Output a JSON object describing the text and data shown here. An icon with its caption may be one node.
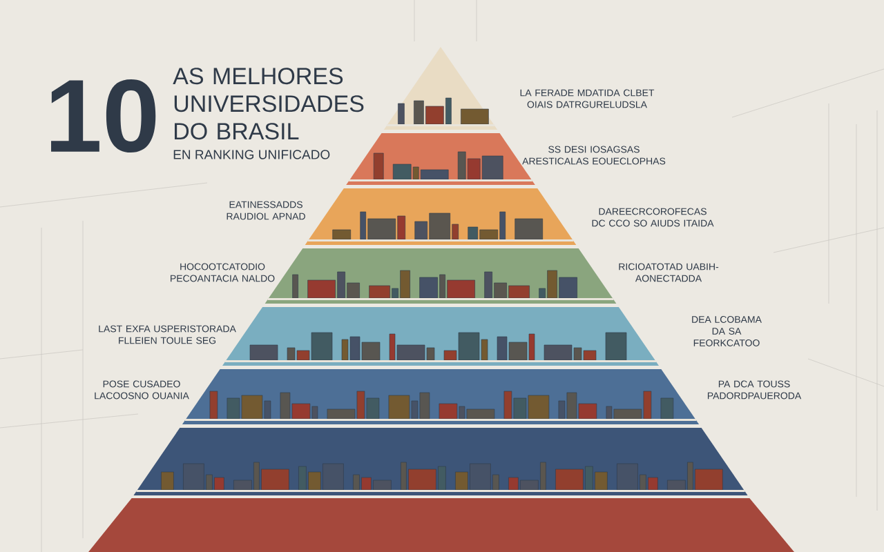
{
  "diagram": {
    "title": "AS MELHORES UNIVERSIDADES DO BRASIL",
    "nodes": [
      {
        "text": [],
        "shape": "triangle"
      },
      {
        "text": [],
        "shape": "band"
      },
      {
        "text": [],
        "shape": "band"
      },
      {
        "text": [],
        "shape": "band"
      },
      {
        "text": [],
        "shape": "band"
      },
      {
        "text": [],
        "shape": "band"
      },
      {
        "text": [],
        "shape": "band"
      },
      {
        "text": [],
        "shape": "band"
      }
    ],
    "labels": [
      "10",
      "EN RANKING UNIFICADO",
      "LA FERADE MDATIDA CLBET OIAIS DATRGURELUDSLA",
      "SS DESI IOSAGSAS ARESTICALAS EOUECLOPHAS",
      "EATINESSADDS RAUDIOL APNAD",
      "DAREECRCOROFECAS DC CCO SO AIUDS ITAIDA",
      "HOCOOTCATODIO PECOANTACIA NALDO",
      "RICIOATOTAD UABIH-AONECTADDA",
      "LAST EXFA USPERISTORADA FLLEIEN TOULE SEG",
      "DEA LCOBAMA DA SA FEORKCATOO",
      "POSE CUSADEO LACOOSNO OUANIA",
      "PA DCA TOUSS PADORDPAUERODA"
    ]
  }
}
